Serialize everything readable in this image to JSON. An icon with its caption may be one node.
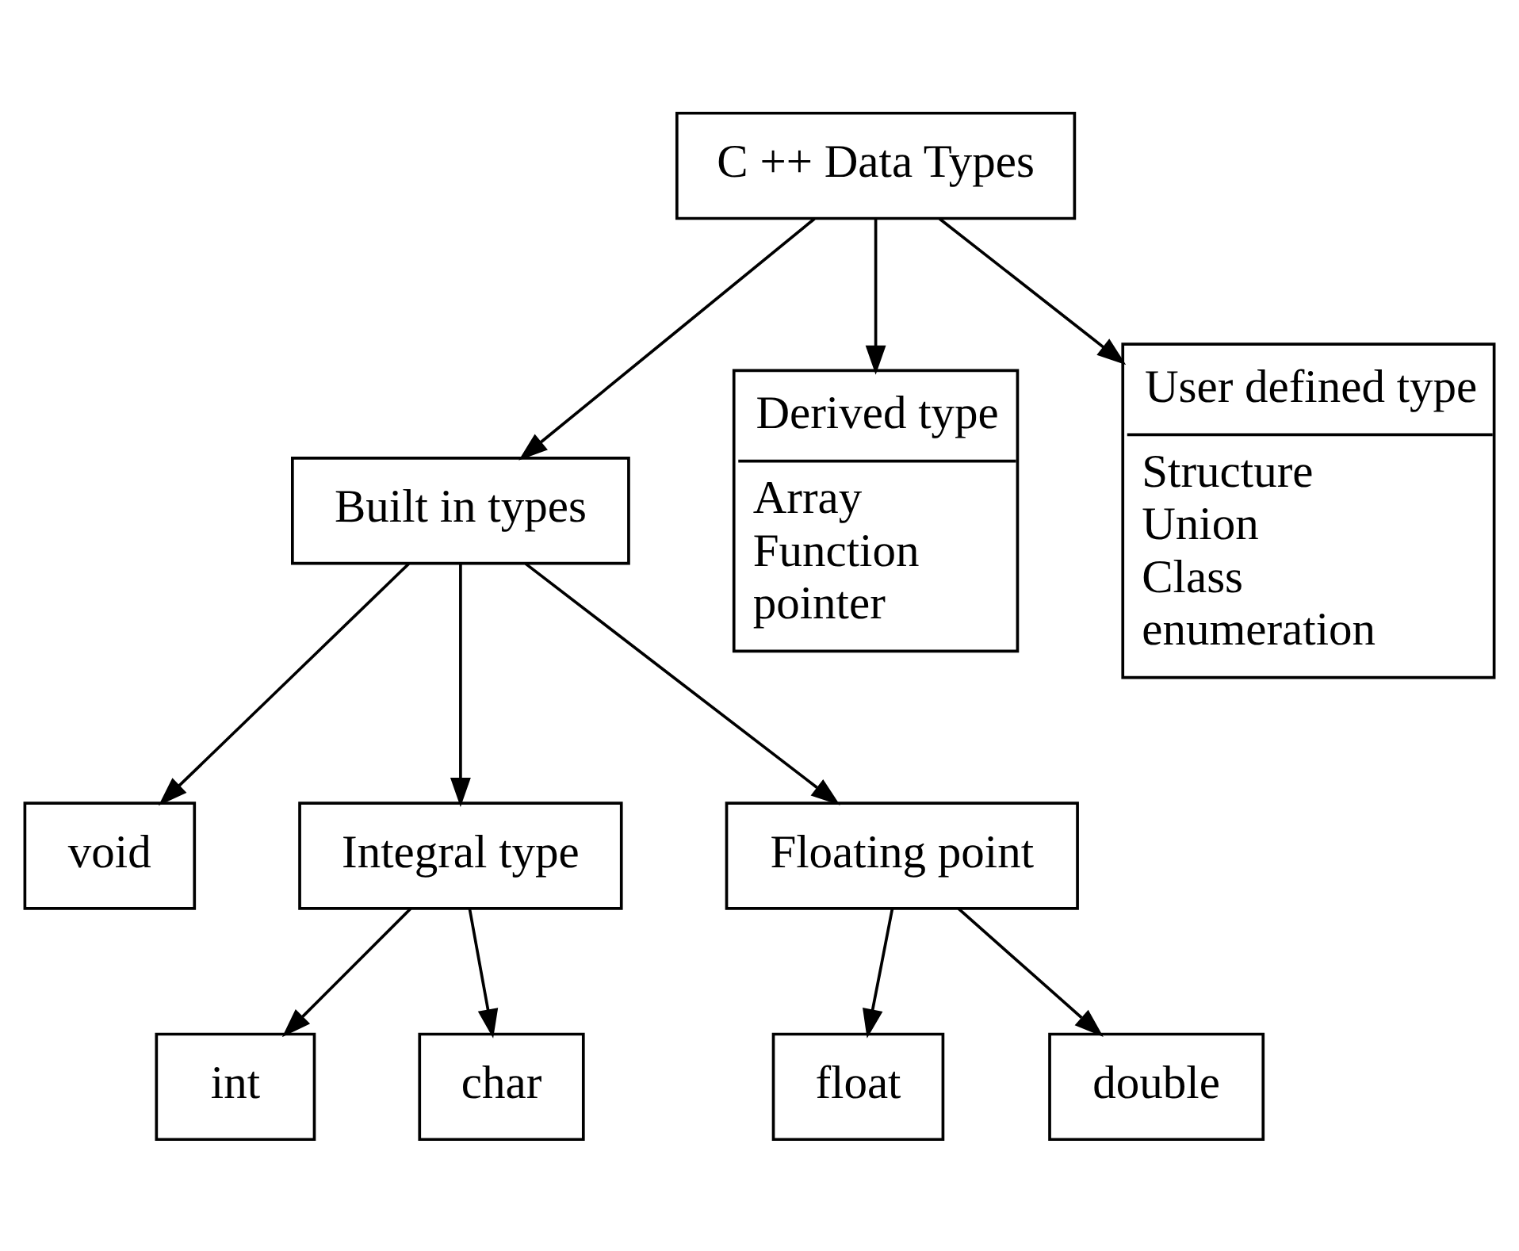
{
  "diagram": {
    "nodes": [
      {
        "text": [
          "C ++ Data Types"
        ]
      },
      {
        "text": [
          "Built in types"
        ]
      },
      {
        "text": [
          "Derived type",
          "Array Function pointer"
        ]
      },
      {
        "text": [
          "User defined type",
          "Structure Union Class enumeration"
        ]
      },
      {
        "text": [
          "void"
        ]
      },
      {
        "text": [
          "Integral type"
        ]
      },
      {
        "text": [
          "Floating point"
        ]
      },
      {
        "text": [
          "int"
        ]
      },
      {
        "text": [
          "char"
        ]
      },
      {
        "text": [
          "float"
        ]
      },
      {
        "text": [
          "double"
        ]
      }
    ],
    "edges": [
      {
        "from": 0,
        "to": 3,
        "arrow": "to"
      },
      {
        "from": 0,
        "to": 1,
        "arrow": "to"
      },
      {
        "from": 0,
        "to": 2,
        "arrow": "to"
      },
      {
        "from": 1,
        "to": 5,
        "arrow": "to"
      },
      {
        "from": 1,
        "to": 4,
        "arrow": "to"
      },
      {
        "from": 1,
        "to": 6,
        "arrow": "to"
      },
      {
        "from": 5,
        "to": 7,
        "arrow": "to"
      },
      {
        "from": 5,
        "to": 8,
        "arrow": "to"
      },
      {
        "from": 6,
        "to": 9,
        "arrow": "to"
      },
      {
        "from": 6,
        "to": 10,
        "arrow": "to"
      }
    ]
  }
}
